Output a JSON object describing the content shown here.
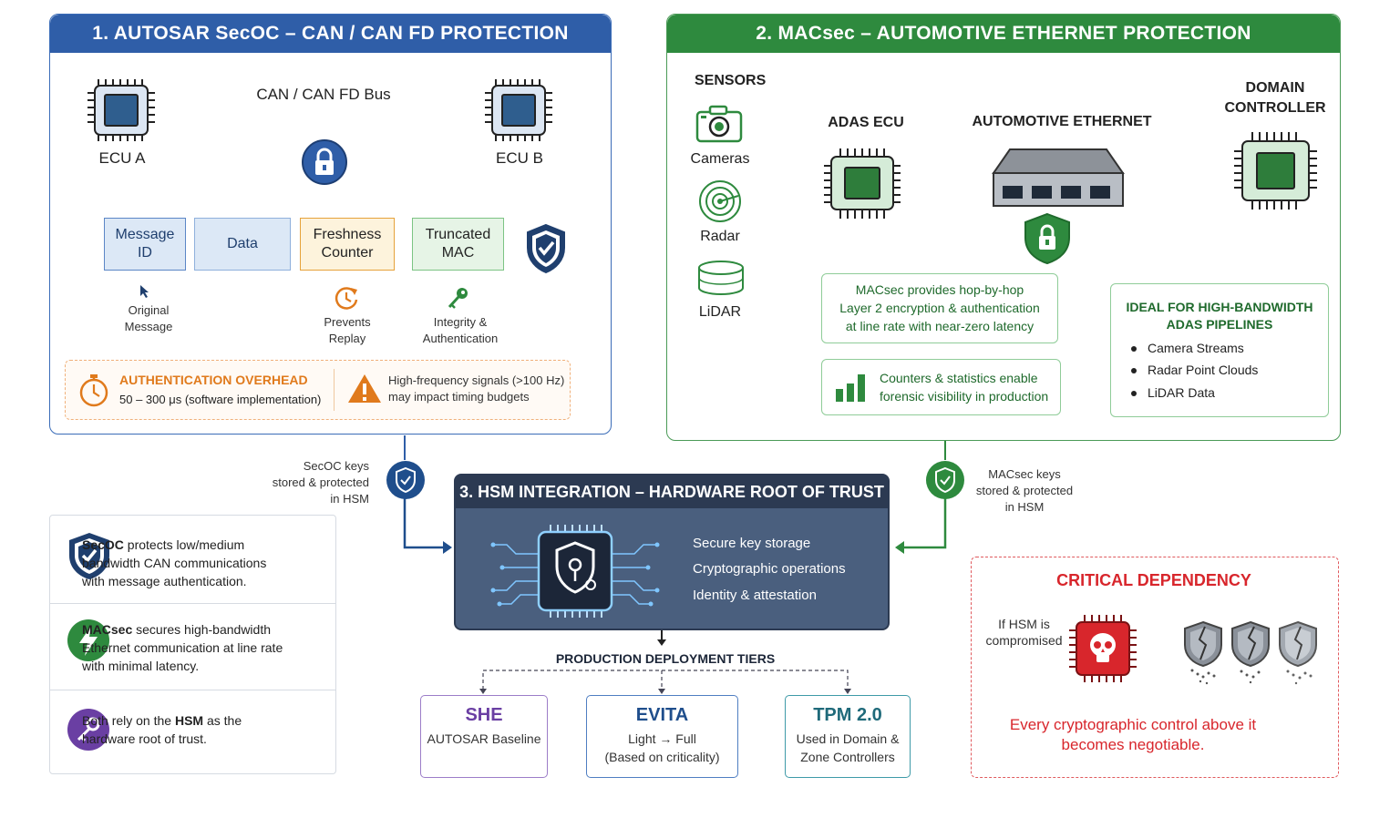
{
  "panel1": {
    "title": "1. AUTOSAR SecOC – CAN / CAN FD PROTECTION",
    "ecu_a": "ECU A",
    "ecu_b": "ECU B",
    "bus_label": "CAN / CAN FD Bus",
    "fields": {
      "message_id": "Message\nID",
      "data": "Data",
      "freshness": "Freshness\nCounter",
      "mac": "Truncated\nMAC"
    },
    "notes": {
      "original": "Original\nMessage",
      "replay": "Prevents\nReplay",
      "integrity": "Integrity &\nAuthentication"
    },
    "overhead_title": "AUTHENTICATION OVERHEAD",
    "overhead_value": "50 – 300 μs (software implementation)",
    "warning": "High-frequency signals (>100 Hz)\nmay impact timing budgets"
  },
  "panel2": {
    "title": "2. MACsec – AUTOMOTIVE ETHERNET PROTECTION",
    "sensors_label": "SENSORS",
    "cameras": "Cameras",
    "radar": "Radar",
    "lidar": "LiDAR",
    "adas_ecu": "ADAS ECU",
    "ethernet": "AUTOMOTIVE ETHERNET",
    "domain": "DOMAIN\nCONTROLLER",
    "macsec_note": "MACsec provides hop-by-hop\nLayer 2 encryption & authentication\nat line rate with near-zero latency",
    "counters_note": "Counters & statistics enable\nforensic visibility in production",
    "ideal_title": "IDEAL FOR HIGH-BANDWIDTH\nADAS PIPELINES",
    "ideal_items": [
      "Camera Streams",
      "Radar Point Clouds",
      "LiDAR Data"
    ]
  },
  "secoc_keys": "SecOC keys\nstored & protected\nin HSM",
  "macsec_keys": "MACsec keys\nstored & protected\nin HSM",
  "hsm": {
    "title": "3. HSM INTEGRATION – HARDWARE ROOT OF TRUST",
    "items": [
      "Secure key storage",
      "Cryptographic operations",
      "Identity & attestation"
    ]
  },
  "tiers": {
    "label": "PRODUCTION DEPLOYMENT TIERS",
    "she_title": "SHE",
    "she_sub": "AUTOSAR Baseline",
    "evita_title": "EVITA",
    "evita_sub": "Light → Full\n(Based on criticality)",
    "tpm_title": "TPM 2.0",
    "tpm_sub": "Used in Domain &\nZone Controllers"
  },
  "summary": {
    "row1_bold": "SecOC",
    "row1_rest": " protects low/medium\nbandwidth CAN communications\nwith message authentication.",
    "row2_bold": "MACsec",
    "row2_rest": " secures high-bandwidth\nEthernet communication at line rate\nwith minimal latency.",
    "row3_pre": "Both rely on the ",
    "row3_bold": "HSM",
    "row3_rest": " as the\nhardware root of trust."
  },
  "critical": {
    "title": "CRITICAL DEPENDENCY",
    "if_text": "If HSM is\ncompromised",
    "message": "Every cryptographic control above it\nbecomes negotiable."
  },
  "colors": {
    "blue": "#2f5ea8",
    "green": "#2e8a3e",
    "hsm": "#4a5f7e",
    "red": "#d8262c",
    "orange": "#e07a1c",
    "purple": "#6a3fa3"
  }
}
